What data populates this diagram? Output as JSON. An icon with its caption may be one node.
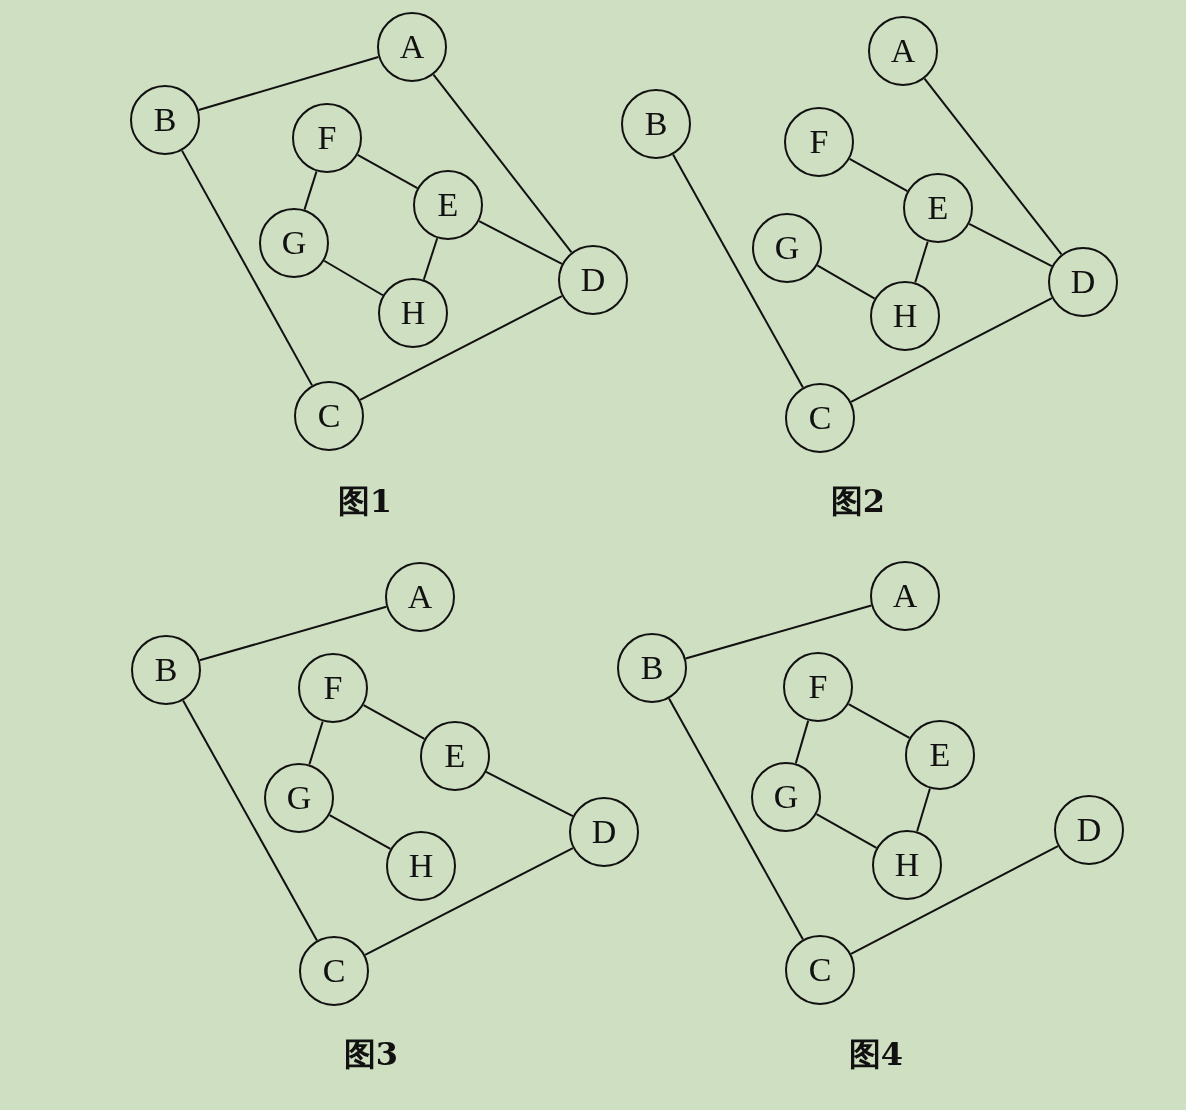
{
  "diagram": {
    "nodes": [
      {
        "text": [
          "A"
        ]
      },
      {
        "text": [
          "B"
        ]
      },
      {
        "text": [
          "F"
        ]
      },
      {
        "text": [
          "E"
        ]
      },
      {
        "text": [
          "G"
        ]
      },
      {
        "text": [
          "D"
        ]
      },
      {
        "text": [
          "H"
        ]
      },
      {
        "text": [
          "C"
        ]
      },
      {
        "text": [
          "A"
        ]
      },
      {
        "text": [
          "B"
        ]
      },
      {
        "text": [
          "F"
        ]
      },
      {
        "text": [
          "E"
        ]
      },
      {
        "text": [
          "G"
        ]
      },
      {
        "text": [
          "D"
        ]
      },
      {
        "text": [
          "H"
        ]
      },
      {
        "text": [
          "C"
        ]
      },
      {
        "text": [
          "A"
        ]
      },
      {
        "text": [
          "B"
        ]
      },
      {
        "text": [
          "F"
        ]
      },
      {
        "text": [
          "E"
        ]
      },
      {
        "text": [
          "G"
        ]
      },
      {
        "text": [
          "D"
        ]
      },
      {
        "text": [
          "H"
        ]
      },
      {
        "text": [
          "C"
        ]
      },
      {
        "text": [
          "A"
        ]
      },
      {
        "text": [
          "B"
        ]
      },
      {
        "text": [
          "F"
        ]
      },
      {
        "text": [
          "E"
        ]
      },
      {
        "text": [
          "G"
        ]
      },
      {
        "text": [
          "D"
        ]
      },
      {
        "text": [
          "H"
        ]
      },
      {
        "text": [
          "C"
        ]
      }
    ],
    "edges": [
      {
        "from": 1,
        "to": 0,
        "arrow": "none"
      },
      {
        "from": 0,
        "to": 5,
        "arrow": "none"
      },
      {
        "from": 1,
        "to": 7,
        "arrow": "none"
      },
      {
        "from": 7,
        "to": 5,
        "arrow": "none"
      },
      {
        "from": 2,
        "to": 3,
        "arrow": "none"
      },
      {
        "from": 2,
        "to": 4,
        "arrow": "none"
      },
      {
        "from": 4,
        "to": 6,
        "arrow": "none"
      },
      {
        "from": 6,
        "to": 3,
        "arrow": "none"
      },
      {
        "from": 3,
        "to": 5,
        "arrow": "none"
      },
      {
        "from": 9,
        "to": 15,
        "arrow": "none"
      },
      {
        "from": 15,
        "to": 13,
        "arrow": "none"
      },
      {
        "from": 8,
        "to": 13,
        "arrow": "none"
      },
      {
        "from": 10,
        "to": 11,
        "arrow": "none"
      },
      {
        "from": 11,
        "to": 13,
        "arrow": "none"
      },
      {
        "from": 11,
        "to": 14,
        "arrow": "none"
      },
      {
        "from": 12,
        "to": 14,
        "arrow": "none"
      },
      {
        "from": 17,
        "to": 16,
        "arrow": "none"
      },
      {
        "from": 17,
        "to": 23,
        "arrow": "none"
      },
      {
        "from": 23,
        "to": 21,
        "arrow": "none"
      },
      {
        "from": 18,
        "to": 19,
        "arrow": "none"
      },
      {
        "from": 18,
        "to": 20,
        "arrow": "none"
      },
      {
        "from": 19,
        "to": 21,
        "arrow": "none"
      },
      {
        "from": 20,
        "to": 22,
        "arrow": "none"
      },
      {
        "from": 25,
        "to": 24,
        "arrow": "none"
      },
      {
        "from": 25,
        "to": 31,
        "arrow": "none"
      },
      {
        "from": 31,
        "to": 29,
        "arrow": "none"
      },
      {
        "from": 26,
        "to": 28,
        "arrow": "none"
      },
      {
        "from": 26,
        "to": 27,
        "arrow": "none"
      },
      {
        "from": 27,
        "to": 30,
        "arrow": "none"
      },
      {
        "from": 28,
        "to": 30,
        "arrow": "none"
      }
    ],
    "labels": [
      "图1",
      "图2",
      "图3",
      "图4"
    ]
  }
}
